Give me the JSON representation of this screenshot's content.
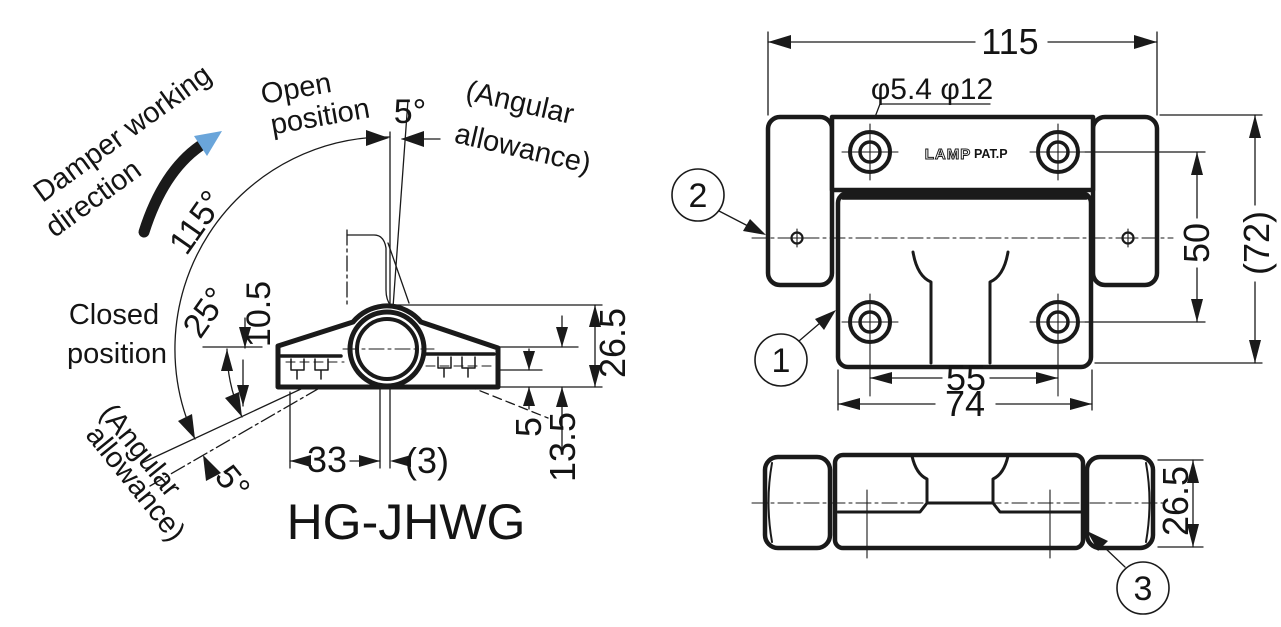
{
  "colors": {
    "line": "#1a1a1a",
    "accent_arrow": "#6aa5da"
  },
  "side_view": {
    "damper_line1": "Damper working",
    "damper_line2": "direction",
    "open_line1": "Open",
    "open_line2": "position",
    "allowance_top_line1": "(Angular",
    "allowance_top_line2": "allowance)",
    "angle_open": "115°",
    "angle_allow_top": "5°",
    "closed_line1": "Closed",
    "closed_line2": "position",
    "angle_closed": "25°",
    "dim_offset": "10.5",
    "allowance_bottom_line1": "(Angular",
    "allowance_bottom_line2": "allowance)",
    "angle_allow_bottom": "5°",
    "dim_height": "26.5",
    "dim_step": "5",
    "dim_axis_height": "13.5",
    "dim_base": "33",
    "dim_gap": "(3)",
    "model": "HG-JHWG"
  },
  "top_view": {
    "dim_width": "115",
    "hole_note": "φ5.4 φ12",
    "brand": "LAMP",
    "patent": "PAT.P",
    "dim_hole_pitch": "50",
    "dim_total_height": "(72)",
    "dim_hole_span": "55",
    "dim_plate_width": "74",
    "callout_1": "1",
    "callout_2": "2"
  },
  "bottom_view": {
    "dim_thickness": "26.5",
    "callout_3": "3"
  }
}
